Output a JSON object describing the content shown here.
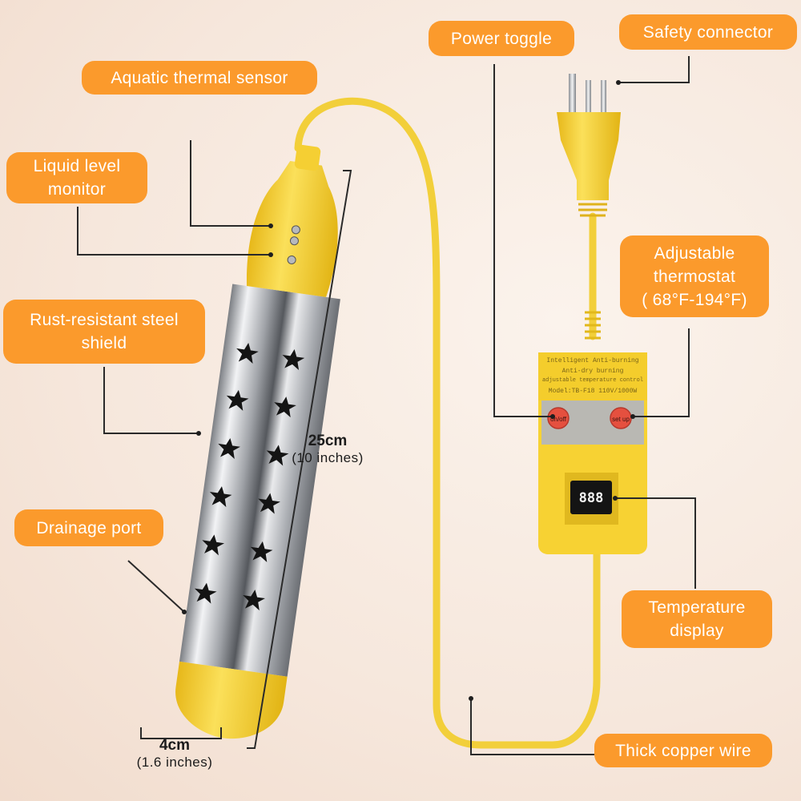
{
  "callouts": {
    "sensor": "Aquatic thermal sensor",
    "liquid_level": "Liquid level\nmonitor",
    "shield": "Rust-resistant steel\nshield",
    "drainage": "Drainage port",
    "power_toggle": "Power toggle",
    "safety": "Safety connector",
    "thermostat": "Adjustable\nthermostat\n( 68°F-194°F)",
    "temp_display": "Temperature\ndisplay",
    "copper_wire": "Thick copper wire"
  },
  "dimensions": {
    "length_main": "25cm",
    "length_sub": "(10 inches)",
    "width_main": "4cm",
    "width_sub": "(1.6 inches)"
  },
  "device": {
    "panel_line1": "Intelligent Anti-burning",
    "panel_line2": "Anti-dry burning",
    "panel_line3": "adjustable temperature control",
    "panel_line4": "Model:TB-F18 110V/1000W",
    "btn_power": "on/off",
    "btn_set": "set up",
    "display": "888"
  },
  "colors": {
    "callout_bg": "#fb9a2c",
    "device_yellow": "#f7d233",
    "steel": "#c9cacd"
  }
}
